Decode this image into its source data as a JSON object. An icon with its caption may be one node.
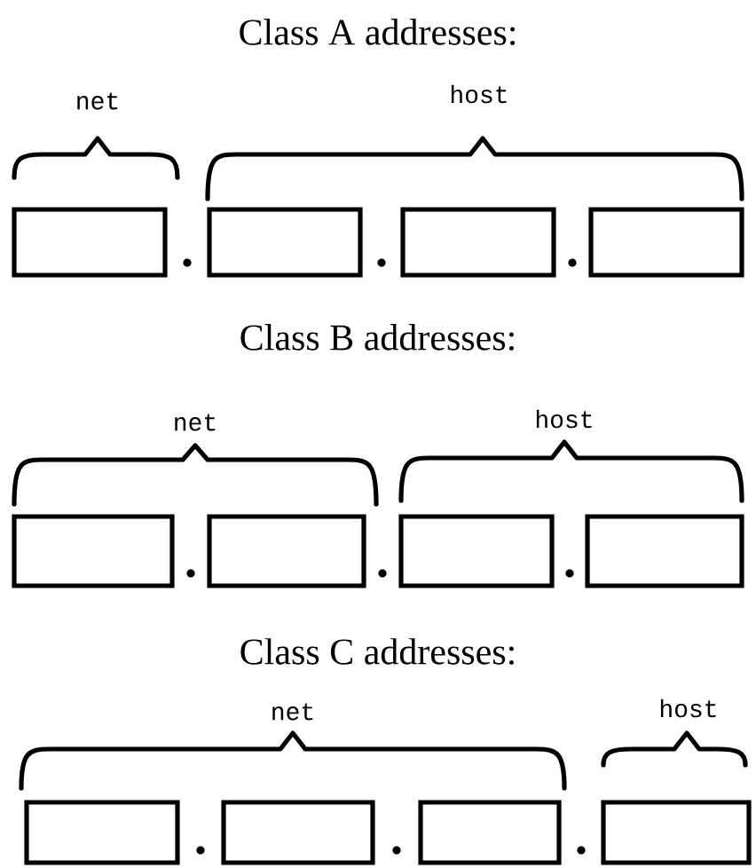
{
  "diagram": {
    "nodes": [
      {
        "text": [],
        "shape": "box"
      },
      {
        "text": [],
        "shape": "box"
      },
      {
        "text": [],
        "shape": "box"
      },
      {
        "text": [],
        "shape": "box"
      },
      {
        "text": [],
        "shape": "box"
      },
      {
        "text": [],
        "shape": "box"
      },
      {
        "text": [],
        "shape": "box"
      },
      {
        "text": [],
        "shape": "box"
      },
      {
        "text": [],
        "shape": "box"
      },
      {
        "text": [],
        "shape": "box"
      },
      {
        "text": [],
        "shape": "box"
      },
      {
        "text": [],
        "shape": "box"
      }
    ],
    "labels": [
      "Class A addresses:",
      "net",
      "host",
      "Class B addresses:",
      "net",
      "host",
      "Class C addresses:",
      "net",
      "host"
    ]
  }
}
